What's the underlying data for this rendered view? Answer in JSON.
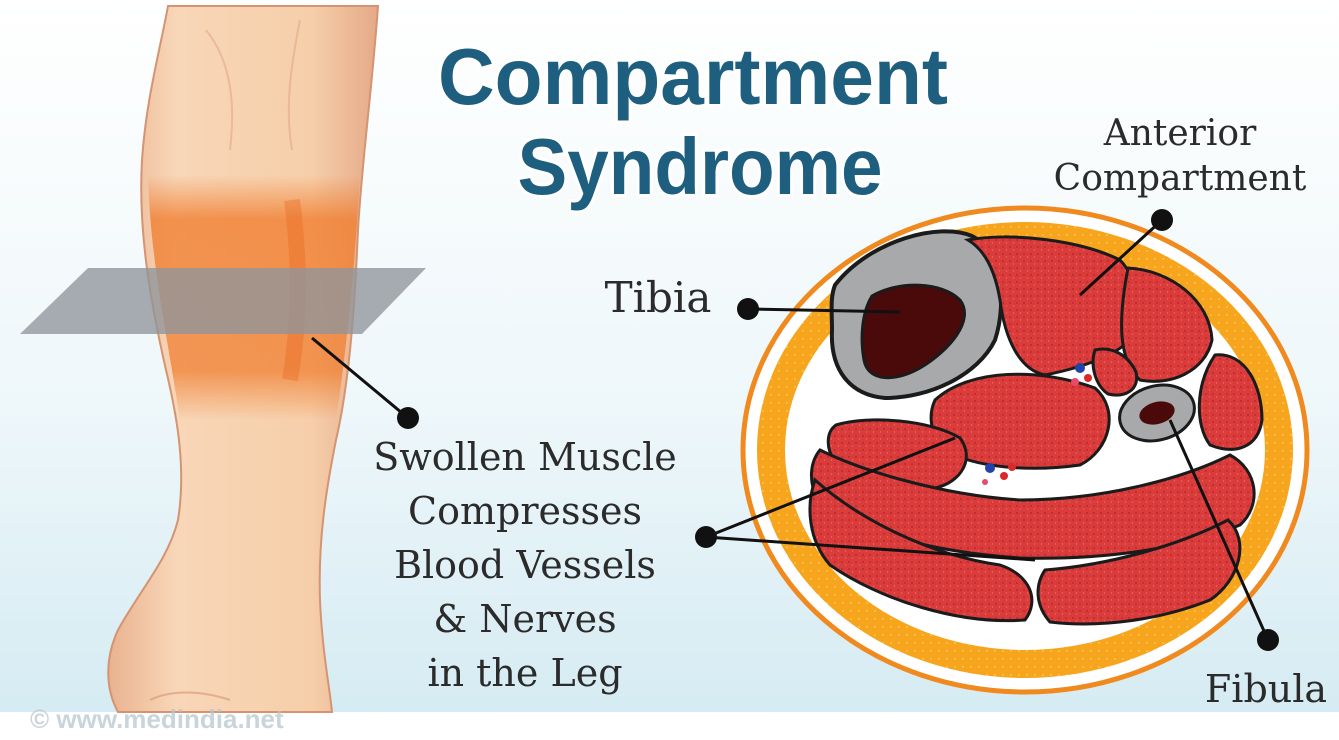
{
  "title": {
    "line1": "Compartment",
    "line2": "Syndrome"
  },
  "labels": {
    "anterior_line1": "Anterior",
    "anterior_line2": "Compartment",
    "tibia": "Tibia",
    "fibula": "Fibula",
    "swollen": [
      "Swollen Muscle",
      "Compresses",
      "Blood Vessels",
      "& Nerves",
      "in the Leg"
    ]
  },
  "watermark": "© www.medindia.net",
  "colors": {
    "title": "#1e5f7f",
    "muscle": "#d93a3a",
    "fat": "#f5a11a",
    "skin": "#f6cfaa",
    "swelling": "#f07a2a",
    "bone_cortex": "#a7a9ab",
    "marrow": "#4a0a0a",
    "background_top": "#ffffff",
    "background_bottom": "#d6ecf3"
  }
}
